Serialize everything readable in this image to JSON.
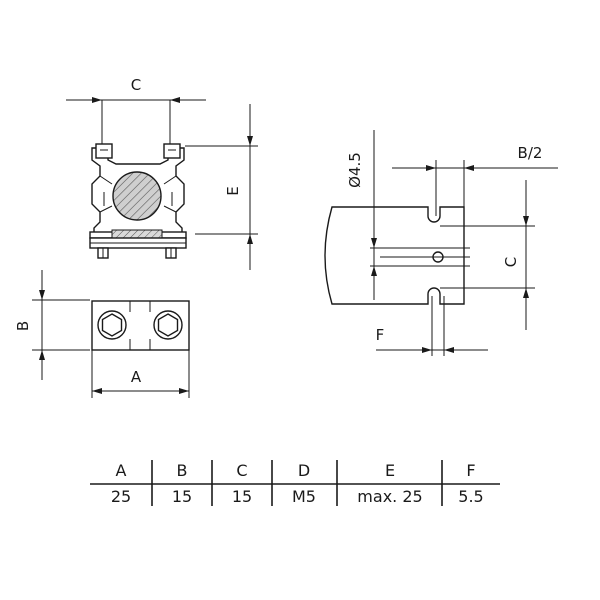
{
  "labels": {
    "front_c": "C",
    "front_e": "E",
    "top_b": "B",
    "top_a": "A",
    "side_diameter": "Ø4.5",
    "side_b_half": "B/2",
    "side_c": "C",
    "side_f": "F"
  },
  "table": {
    "headers": [
      "A",
      "B",
      "C",
      "D",
      "E",
      "F"
    ],
    "values": [
      "25",
      "15",
      "15",
      "M5",
      "max. 25",
      "5.5"
    ]
  }
}
